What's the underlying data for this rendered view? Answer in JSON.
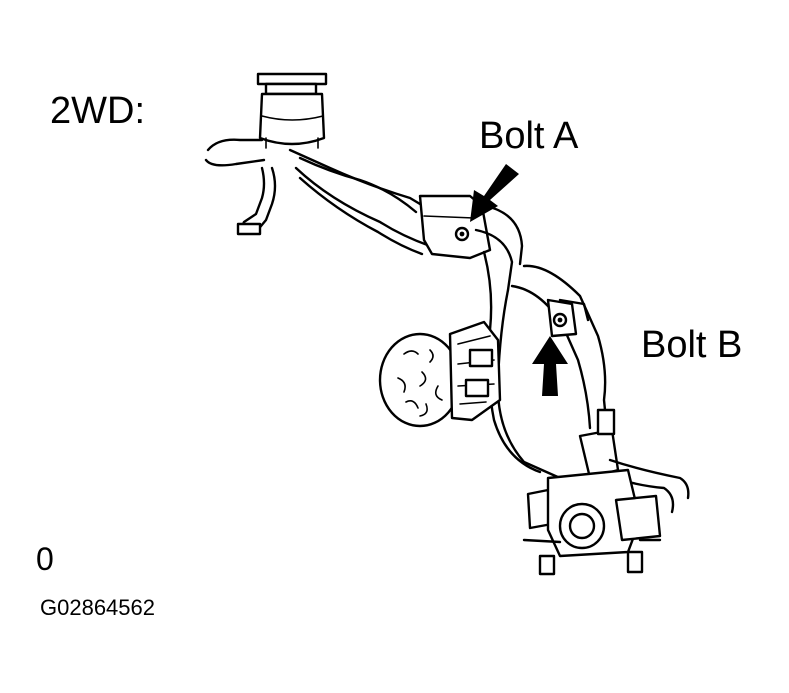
{
  "labels": {
    "drive_type": "2WD:",
    "bolt_a": "Bolt A",
    "bolt_b": "Bolt B",
    "corner_mark": "0",
    "figure_code": "G02864562"
  }
}
